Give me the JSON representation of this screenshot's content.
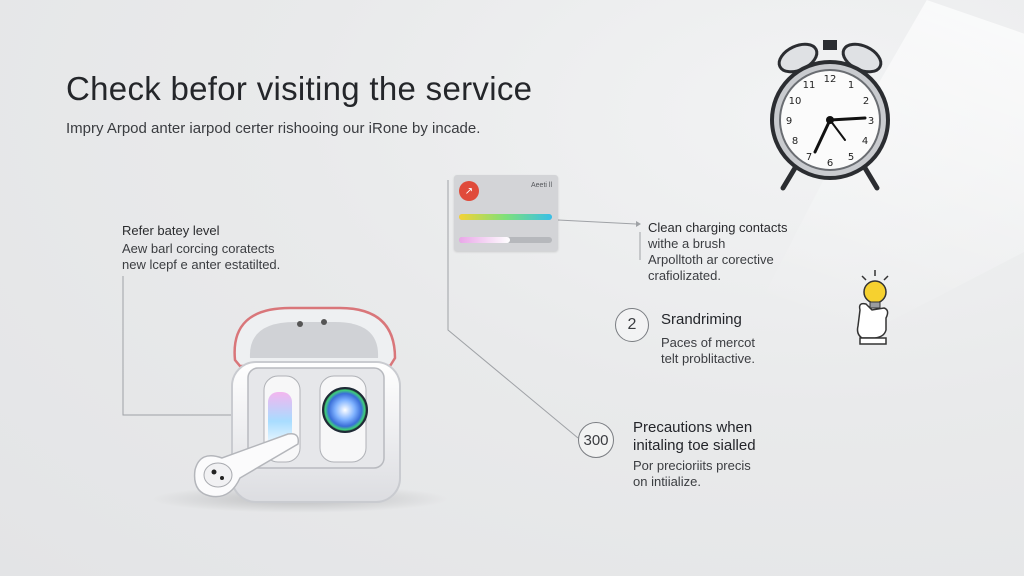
{
  "header": {
    "title": "Check befor visiting the service",
    "subtitle": "Impry Arpod anter iarpod certer rishooing our iRone by incade."
  },
  "left_note": {
    "heading": "Refer batey level",
    "lines": [
      "Aew barl corcing coratects",
      "new lcepf e anter estatilted."
    ]
  },
  "phone_card": {
    "label": "Aeeti ll",
    "bar1_fraction": 1.0,
    "bar2_fraction": 0.55
  },
  "right_note_1": {
    "heading": "Clean charging contacts",
    "lines": [
      "withe a brush",
      "Arpolltoth ar corective",
      "crafiolizated."
    ]
  },
  "step_2": {
    "number": "2",
    "heading": "Srandriming",
    "lines": [
      "Paces of mercot",
      "telt problitactive."
    ]
  },
  "step_3": {
    "number": "300",
    "heading_lines": [
      "Precautions when",
      "initaling toe sialled"
    ],
    "lines": [
      "Por precioriits precis",
      "on intiialize."
    ]
  },
  "colors": {
    "accent_red": "#e04b3b",
    "case_outline": "#d9767a",
    "bar_gradient_start": "#f5d235",
    "bar_gradient_mid": "#7ee07a",
    "bar_gradient_end": "#38bfe8",
    "bar2_gradient_start": "#e9a6e8",
    "bar2_gradient_end": "#ffffff"
  },
  "icons": [
    "alarm-clock-icon",
    "lightbulb-hand-icon",
    "airpods-case-illustration"
  ]
}
